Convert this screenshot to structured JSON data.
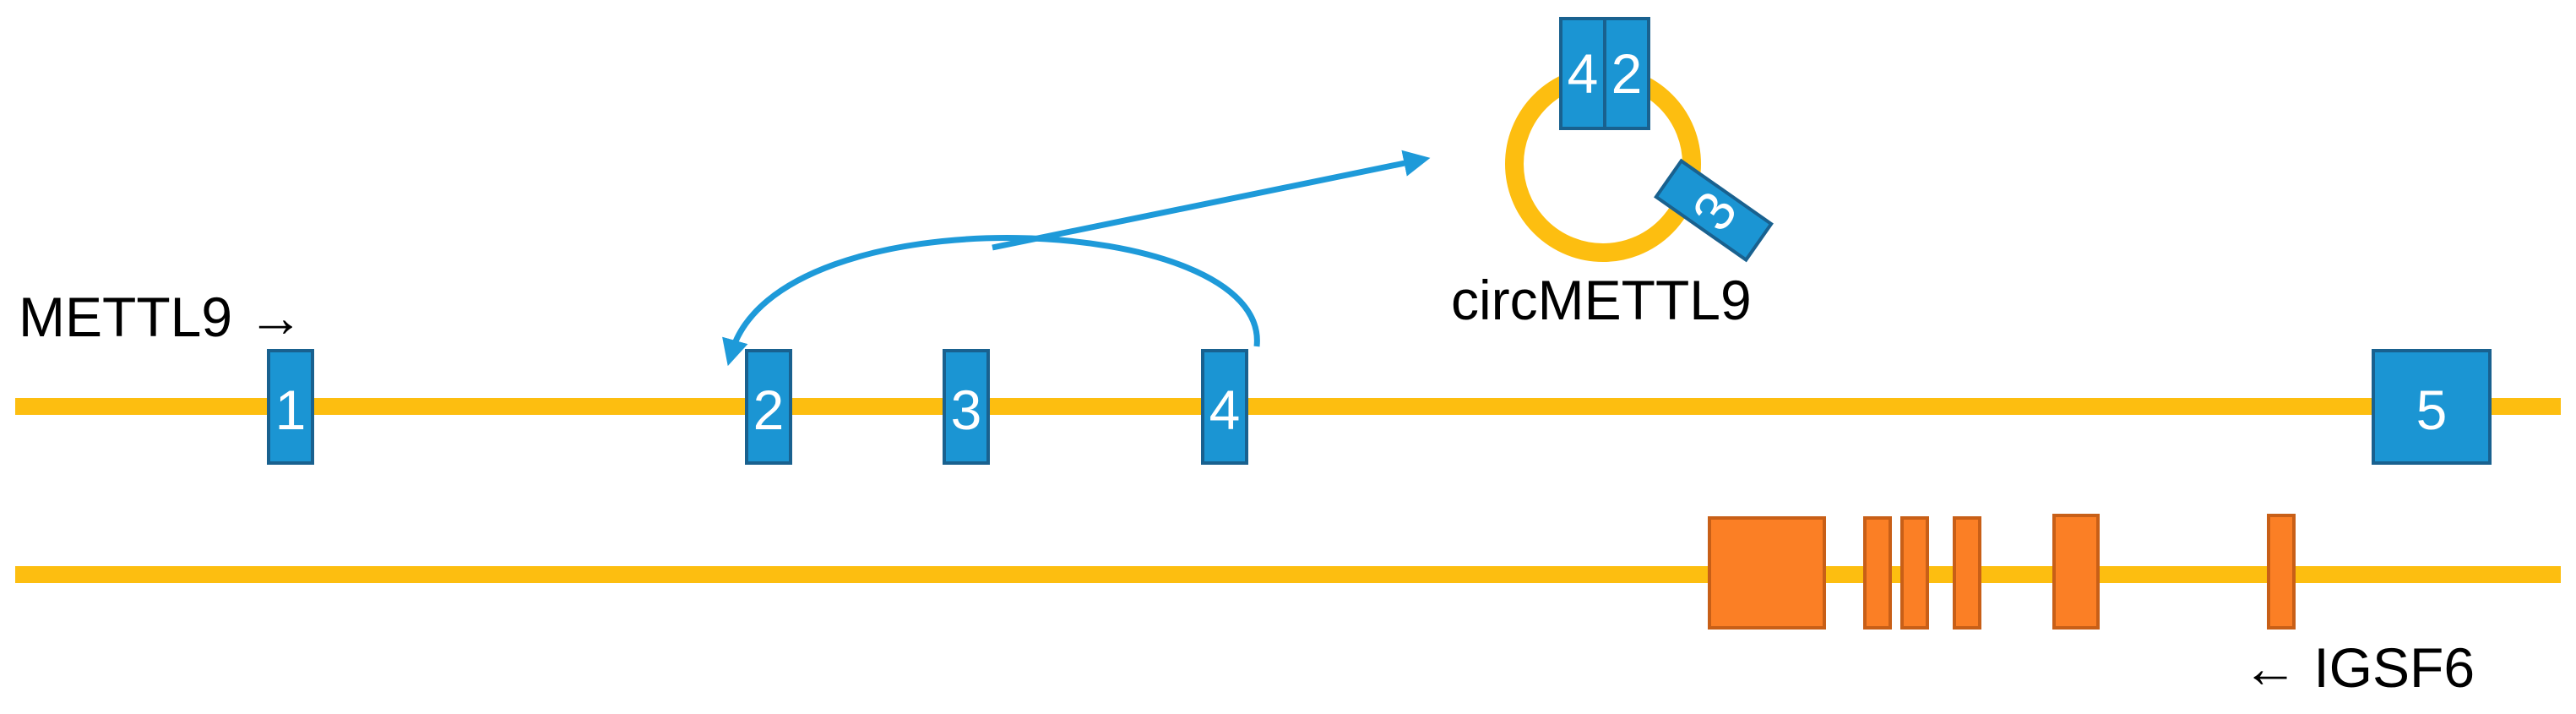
{
  "colors": {
    "strand": "#FDBE10",
    "exon_blue": "#1B95D3",
    "exon_blue_stroke": "#19618F",
    "exon_orange": "#FB7F25",
    "exon_orange_stroke": "#C85F17",
    "splice_arrow": "#1E9AD9",
    "text": "#000000"
  },
  "genes": {
    "top": {
      "name_label": "METTL9 →",
      "exons": [
        "1",
        "2",
        "3",
        "4",
        "5"
      ]
    },
    "bottom": {
      "name_label": "← IGSF6",
      "exon_count": 6
    }
  },
  "circ": {
    "label": "circMETTL9",
    "exons": [
      "4",
      "2",
      "3"
    ]
  },
  "icons": [
    "backsplice-arrow",
    "output-arrow"
  ]
}
